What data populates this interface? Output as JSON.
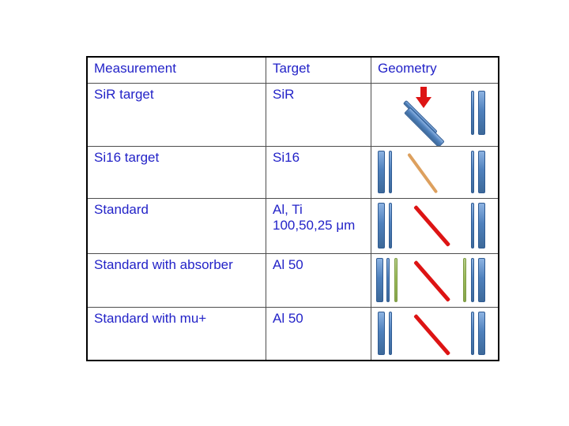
{
  "table": {
    "headers": {
      "measurement": "Measurement",
      "target": "Target",
      "geometry": "Geometry"
    },
    "rows": [
      {
        "measurement": "SiR target",
        "target": "SiR",
        "geometry": {
          "layout": "tilted",
          "arrow": "red-down-arrow",
          "tilted_bars": [
            "blue-thin",
            "blue-thick"
          ],
          "right_bars": [
            "blue-thin",
            "blue-thick"
          ]
        }
      },
      {
        "measurement": "Si16 target",
        "target": "Si16",
        "geometry": {
          "layout": "standard",
          "left_bars": [
            "blue-thick",
            "blue-thin"
          ],
          "beam": "tan-line",
          "right_bars": [
            "blue-thin",
            "blue-thick"
          ]
        }
      },
      {
        "measurement": "Standard",
        "target": "Al, Ti\n100,50,25 μm",
        "geometry": {
          "layout": "standard",
          "left_bars": [
            "blue-thick",
            "blue-thin"
          ],
          "beam": "red-line",
          "right_bars": [
            "blue-thin",
            "blue-thick"
          ]
        }
      },
      {
        "measurement": "Standard with absorber",
        "target": "Al 50",
        "geometry": {
          "layout": "standard",
          "left_bars": [
            "blue-thick",
            "blue-thin",
            "green-thin"
          ],
          "beam": "red-line",
          "right_bars": [
            "green-thin",
            "blue-thin",
            "blue-thick"
          ]
        }
      },
      {
        "measurement": "Standard with mu+",
        "target": "Al 50",
        "geometry": {
          "layout": "standard",
          "left_bars": [
            "blue-thick",
            "blue-thin"
          ],
          "beam": "red-line",
          "right_bars": [
            "blue-thin",
            "blue-thick"
          ]
        }
      }
    ]
  },
  "colors": {
    "background": "#FFFFFF",
    "text_blue": "#2323C8",
    "grid_outer": "#000000",
    "grid_inner": "#4D4D4D",
    "bar_blue": "#4F81BD",
    "bar_blue_light": "#8DB3E2",
    "bar_blue_dark": "#3D6999",
    "bar_blue_border": "#2F5B93",
    "bar_green": "#9BBB59",
    "bar_green_light": "#B7CE8B",
    "bar_green_dark": "#85A44A",
    "bar_green_border": "#7E9B45",
    "line_red": "#DD1414",
    "line_tan": "#DDA05E",
    "arrow_red": "#DD1414"
  }
}
